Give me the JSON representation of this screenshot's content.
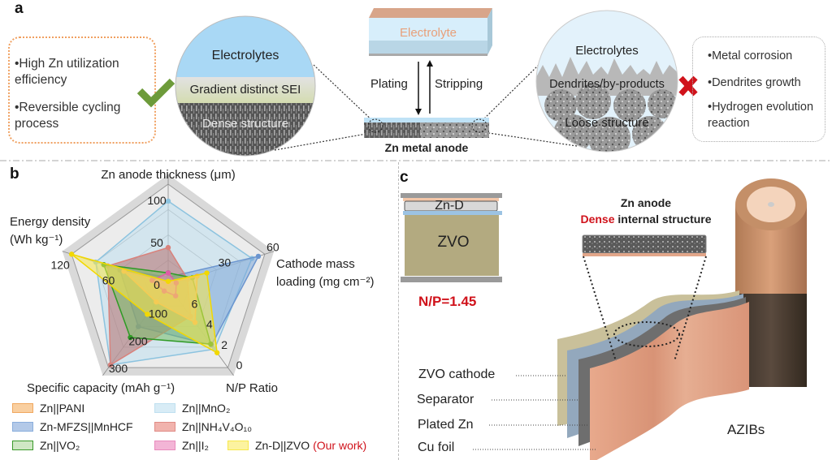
{
  "panel_a": {
    "label": "a",
    "good_box": {
      "items": [
        "•High Zn utilization efficiency",
        "•Reversible cycling process"
      ]
    },
    "good_circle": {
      "top": "Electrolytes",
      "middle": "Gradient distinct SEI",
      "bottom": "Dense structure"
    },
    "cell": {
      "electrolyte": "Electrolyte",
      "plating": "Plating",
      "stripping": "Stripping",
      "anode": "Zn metal anode"
    },
    "bad_circle": {
      "top": "Electrolytes",
      "middle": "Dendrites/by-products",
      "bottom": "Loose structure"
    },
    "bad_box": {
      "items": [
        "•Metal corrosion",
        "•Dendrites growth",
        "•Hydrogen evolution reaction"
      ]
    },
    "colors": {
      "check": "#6d9b3a",
      "cross": "#d0121b",
      "electrolyte_blue": "#a9d8f5"
    }
  },
  "panel_b": {
    "label": "b"
  },
  "chart_data": {
    "type": "radar",
    "axes": [
      {
        "label": "Zn anode thickness  (μm)",
        "range": [
          0,
          120
        ],
        "ticks": [
          "0",
          "50",
          "100"
        ],
        "tick_values": [
          0,
          50,
          100
        ]
      },
      {
        "label": "Cathode mass loading (mg cm⁻²)",
        "range": [
          0,
          60
        ],
        "ticks": [
          "30",
          "60"
        ],
        "tick_values": [
          30,
          60
        ]
      },
      {
        "label": "N/P Ratio",
        "range": [
          8,
          0
        ],
        "ticks": [
          "6",
          "4",
          "2",
          "0"
        ],
        "tick_values": [
          6,
          4,
          2,
          0
        ]
      },
      {
        "label": "Specific capacity (mAh g⁻¹)",
        "range": [
          0,
          300
        ],
        "ticks": [
          "100",
          "200",
          "300"
        ],
        "tick_values": [
          100,
          200,
          300
        ]
      },
      {
        "label": "Energy density (Wh kg⁻¹)",
        "range": [
          0,
          120
        ],
        "ticks": [
          "60",
          "120"
        ],
        "tick_values": [
          60,
          120
        ]
      }
    ],
    "series": [
      {
        "name": "Zn||MnO₂",
        "values": [
          100,
          52,
          1.8,
          290,
          90
        ],
        "fill": "#bfe0f0",
        "stroke": "#8cc3df"
      },
      {
        "name": "Zn-MFZS||MnHCF",
        "values": [
          10,
          56,
          2.2,
          150,
          60
        ],
        "fill": "#7da7d9",
        "stroke": "#6b95cf"
      },
      {
        "name": "Zn||NH₄V₄O₁₀",
        "values": [
          45,
          12,
          5,
          290,
          75
        ],
        "fill": "#b5706e",
        "stroke": "#d9827c"
      },
      {
        "name": "Zn||VO₂",
        "values": [
          15,
          15,
          2.3,
          190,
          80
        ],
        "fill": "#7cc06a",
        "stroke": "#2f9a25"
      },
      {
        "name": "Zn||PANI",
        "values": [
          3,
          18,
          4.4,
          60,
          55
        ],
        "fill": "#f5b97a",
        "stroke": "#f0a860"
      },
      {
        "name": "Zn||I₂",
        "values": [
          15,
          5,
          7,
          20,
          20
        ],
        "fill": "#e98bbd",
        "stroke": "#e05aa8"
      },
      {
        "name": "Zn-D||ZVO",
        "values": [
          5,
          24,
          1.45,
          105,
          120
        ],
        "fill": "#f7e84a",
        "stroke": "#f2d800"
      }
    ],
    "legend_order": [
      "Zn||PANI",
      "Zn||MnO₂",
      "Zn-MFZS||MnHCF",
      "Zn||NH₄V₄O₁₀",
      "Zn||VO₂",
      "Zn||I₂",
      "Zn-D||ZVO"
    ],
    "legend_note": "(Our work)",
    "legend_note_color": "#d0121b",
    "grid": true,
    "legend_position": "bottom"
  },
  "panel_c": {
    "label": "c",
    "cell": {
      "anode": "Zn-D",
      "cathode": "ZVO",
      "np": "N/P=1.45"
    },
    "zoom_title": "Zn anode",
    "zoom_sub_red": "Dense",
    "zoom_sub_rest": " internal structure",
    "layers": [
      "ZVO cathode",
      "Separator",
      "Plated Zn",
      "Cu foil"
    ],
    "device": "AZIBs",
    "colors": {
      "np": "#d0121b",
      "cathode": "#b7ad86",
      "separator": "#93a8bd",
      "zinc": "#6b6b6b",
      "copper": "#e2a68a"
    }
  }
}
